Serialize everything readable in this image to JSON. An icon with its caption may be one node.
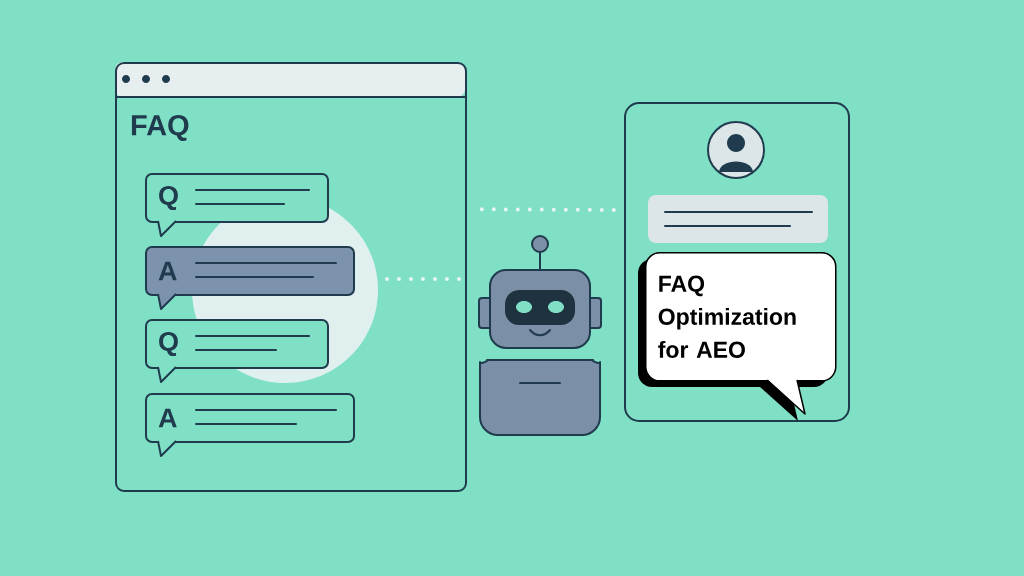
{
  "diagram": {
    "nodes": [
      {
        "text": [
          "FAQ"
        ]
      },
      {
        "text": [
          "Q"
        ],
        "in": 0
      },
      {
        "text": [
          "A"
        ],
        "in": 0
      },
      {
        "text": [
          "Q"
        ],
        "in": 0
      },
      {
        "text": [
          "A"
        ],
        "in": 0
      },
      {
        "text": [],
        "shape": "picture"
      },
      {
        "text": [],
        "shape": "box"
      },
      {
        "text": [
          "FAQ Optimization for AEO"
        ],
        "in": 6
      }
    ],
    "edges": [
      {
        "from": 2,
        "to": 5,
        "arrow": "none",
        "style": "dashed"
      },
      {
        "from": 5,
        "to": 6,
        "arrow": "none",
        "style": "dashed"
      }
    ]
  }
}
